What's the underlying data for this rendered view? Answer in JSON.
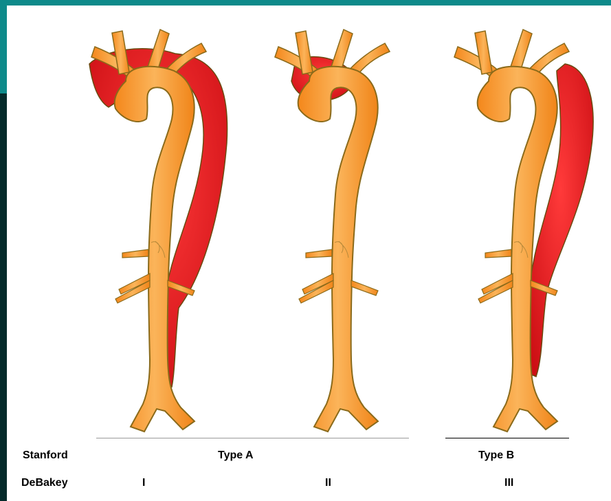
{
  "diagram": {
    "rows": {
      "stanford": {
        "label": "Stanford",
        "type_a": "Type A",
        "type_b": "Type B"
      },
      "debakey": {
        "label": "DeBakey",
        "type_1": "I",
        "type_2": "II",
        "type_3": "III"
      }
    },
    "colors": {
      "background_frame": "#0f3a3a",
      "frame_accent": "#0e8a8a",
      "aorta_fill": "#f7931e",
      "aorta_outline": "#8a6a1a",
      "false_lumen": "#e8161e",
      "canvas": "#ffffff"
    }
  }
}
